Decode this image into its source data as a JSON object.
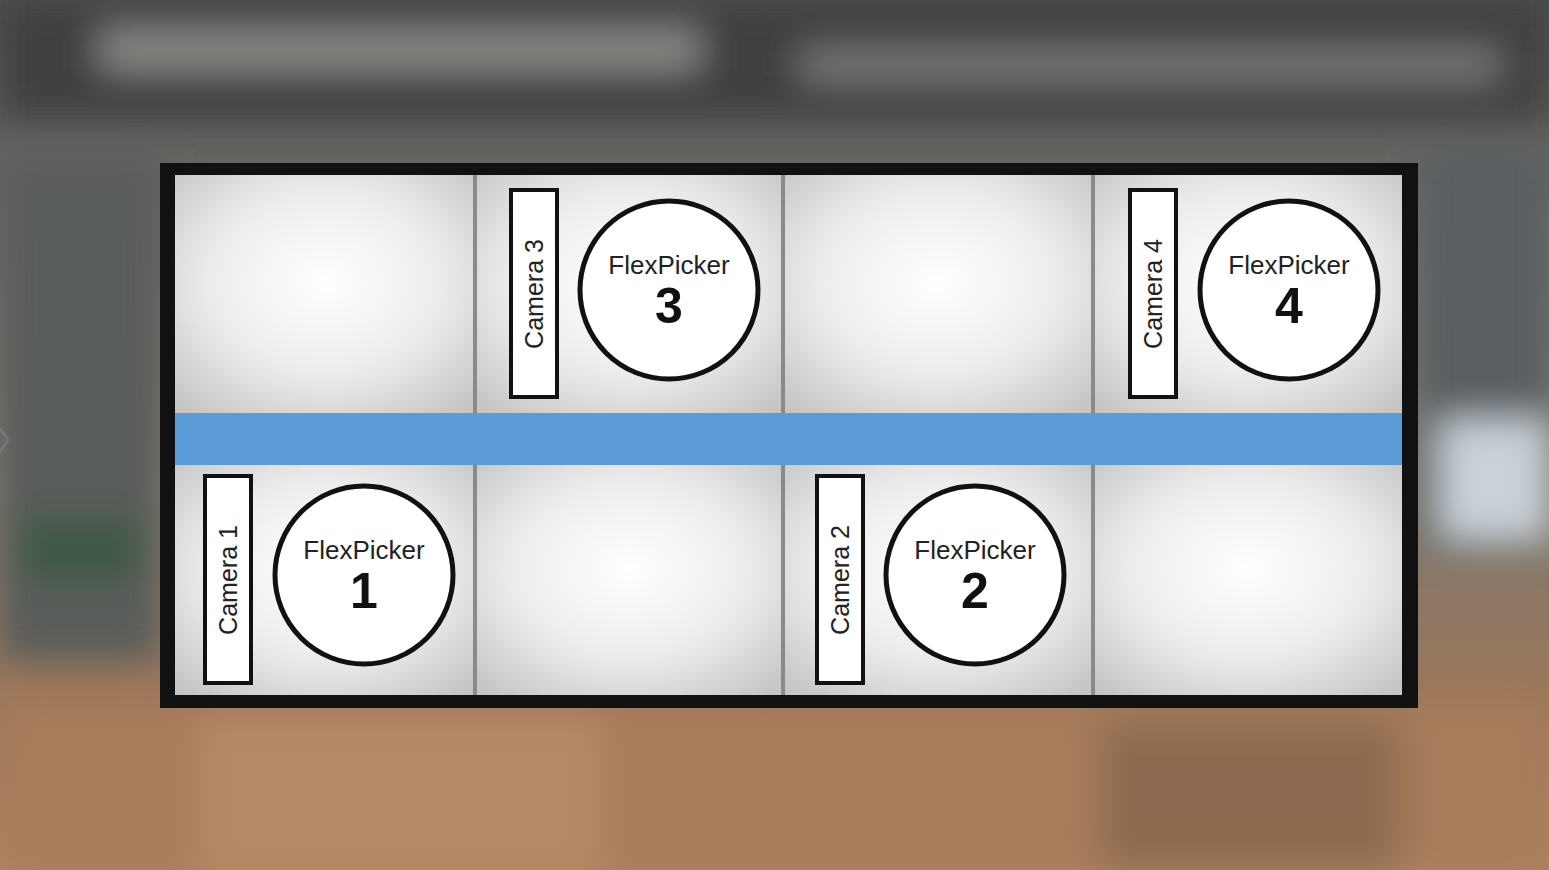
{
  "diagram": {
    "nodes": [
      {
        "text": [
          "Camera 3"
        ]
      },
      {
        "text": [
          "FlexPicker",
          "3"
        ]
      },
      {
        "text": [
          "Camera 4"
        ]
      },
      {
        "text": [
          "FlexPicker",
          "4"
        ]
      },
      {
        "text": [
          "Camera 1"
        ]
      },
      {
        "text": [
          "FlexPicker",
          "1"
        ]
      },
      {
        "text": [
          "Camera 2"
        ]
      },
      {
        "text": [
          "FlexPicker",
          "2"
        ]
      }
    ]
  }
}
